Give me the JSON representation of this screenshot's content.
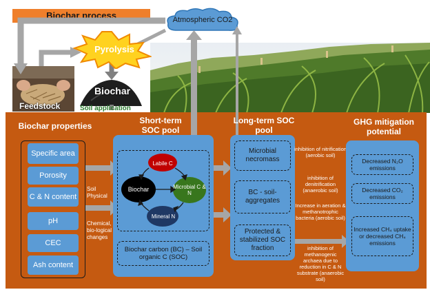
{
  "header": {
    "banner": "Biochar process",
    "atmosphere": "Atmospheric CO2",
    "pyrolysis": "Pyrolysis",
    "biochar": "Biochar",
    "feedstock": "Feedstock",
    "soil_application": "Soil application"
  },
  "properties": {
    "heading": "Biochar properties",
    "items": [
      "Specific area",
      "Porosity",
      "C & N content",
      "pH",
      "CEC",
      "Ash content"
    ],
    "label_soil_physical": "Soil Physical",
    "label_chemical": "Chemical, & bio-logical changes"
  },
  "short_term": {
    "heading": "Short-term SOC pool",
    "labile": "Labile C",
    "biochar": "Biochar",
    "microbial": "Microbial C & N",
    "mineral": "Mineral N",
    "bc_soc": "Biochar carbon (BC) – Soil organic C (SOC)"
  },
  "long_term": {
    "heading": "Long-term SOC pool",
    "items": [
      "Microbial necromass",
      "BC - soil-aggregates",
      "Protected & stabilized SOC fraction"
    ]
  },
  "mechanisms": [
    "inhibition of nitrification (aerobic soil)",
    "inhibition of denitrification (anaerobic soil)",
    "Increase in aeration & methanotrophic bacteria (aerobic soil)",
    "inhibition of methanogenic archaea due to reduction in C & N substrate (anaerobic soil)"
  ],
  "ghg": {
    "heading": "GHG mitigation potential",
    "items": [
      "Decreased N₂O emissions",
      "Decreased CO₂ emissions",
      "Increased CH₄ uptake or decreased CH₄ emissions"
    ]
  },
  "colors": {
    "panel": "#c55a11",
    "banner": "#ef7f2b",
    "box_blue": "#5b9bd5",
    "arrow_grey": "#a6a6a6",
    "labile_red": "#c00000",
    "microbial_green": "#38761d",
    "mineral_navy": "#1f3864"
  }
}
